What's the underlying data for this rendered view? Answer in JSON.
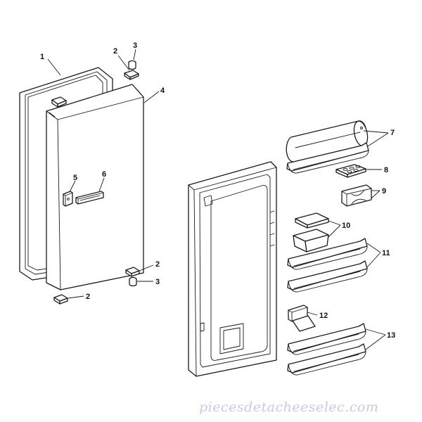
{
  "callouts": {
    "p1": "1",
    "p2": "2",
    "p3": "3",
    "p4": "4",
    "p5": "5",
    "p6": "6",
    "p7": "7",
    "p8": "8",
    "p9": "9",
    "p10": "10",
    "p11": "11",
    "p12": "12",
    "p13": "13"
  },
  "watermark": "piecesdetacheeselec.com"
}
